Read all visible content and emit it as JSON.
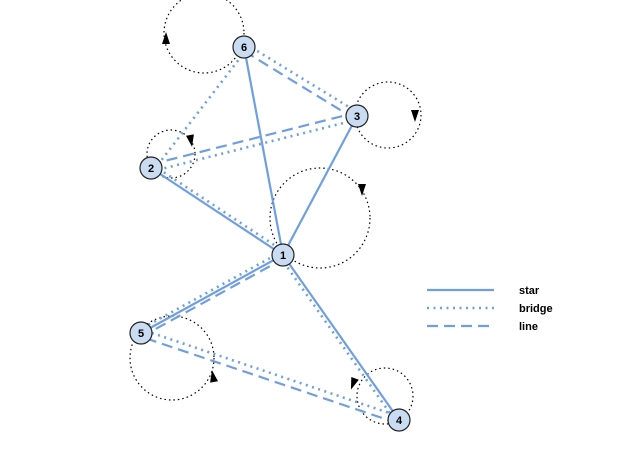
{
  "colors": {
    "edge": "#6f9fe0",
    "node_fill": "#c9dcf2",
    "node_stroke": "#222222",
    "loop": "#000000",
    "background": "#ffffff"
  },
  "nodes": [
    {
      "id": "1",
      "label": "1"
    },
    {
      "id": "2",
      "label": "2"
    },
    {
      "id": "3",
      "label": "3"
    },
    {
      "id": "4",
      "label": "4"
    },
    {
      "id": "5",
      "label": "5"
    },
    {
      "id": "6",
      "label": "6"
    }
  ],
  "edges": [
    {
      "source": "1",
      "target": "2",
      "style": "star"
    },
    {
      "source": "1",
      "target": "3",
      "style": "star"
    },
    {
      "source": "1",
      "target": "4",
      "style": "star"
    },
    {
      "source": "1",
      "target": "5",
      "style": "star"
    },
    {
      "source": "1",
      "target": "6",
      "style": "star"
    },
    {
      "source": "1",
      "target": "2",
      "style": "bridge"
    },
    {
      "source": "1",
      "target": "4",
      "style": "bridge"
    },
    {
      "source": "1",
      "target": "5",
      "style": "bridge"
    },
    {
      "source": "2",
      "target": "3",
      "style": "bridge"
    },
    {
      "source": "2",
      "target": "6",
      "style": "bridge"
    },
    {
      "source": "3",
      "target": "6",
      "style": "bridge"
    },
    {
      "source": "4",
      "target": "5",
      "style": "bridge"
    },
    {
      "source": "1",
      "target": "5",
      "style": "line"
    },
    {
      "source": "2",
      "target": "3",
      "style": "line"
    },
    {
      "source": "3",
      "target": "6",
      "style": "line"
    },
    {
      "source": "4",
      "target": "5",
      "style": "line"
    }
  ],
  "self_loops": [
    "1",
    "2",
    "3",
    "4",
    "5",
    "6"
  ],
  "legend": [
    {
      "style": "star",
      "label": "star"
    },
    {
      "style": "bridge",
      "label": "bridge"
    },
    {
      "style": "line",
      "label": "line"
    }
  ]
}
